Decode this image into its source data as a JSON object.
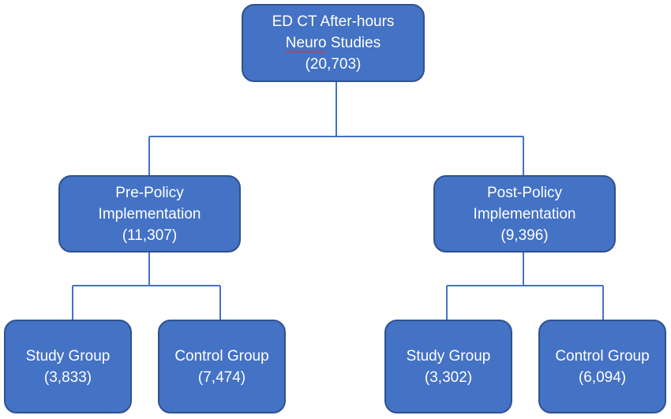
{
  "root": {
    "line1": "ED CT After-hours",
    "line2_word1": "Neuro",
    "line2_word2": "Studies",
    "count": "(20,703)"
  },
  "pre": {
    "line1": "Pre-Policy",
    "line2": "Implementation",
    "count": "(11,307)"
  },
  "post": {
    "line1": "Post-Policy",
    "line2": "Implementation",
    "count": "(9,396)"
  },
  "pre_study": {
    "label": "Study Group",
    "count": "(3,833)"
  },
  "pre_control": {
    "label": "Control Group",
    "count": "(7,474)"
  },
  "post_study": {
    "label": "Study Group",
    "count": "(3,302)"
  },
  "post_control": {
    "label": "Control Group",
    "count": "(6,094)"
  },
  "colors": {
    "box_fill": "#4472c4",
    "box_border": "#2f528f",
    "connector": "#4472c4",
    "text": "#ffffff"
  }
}
